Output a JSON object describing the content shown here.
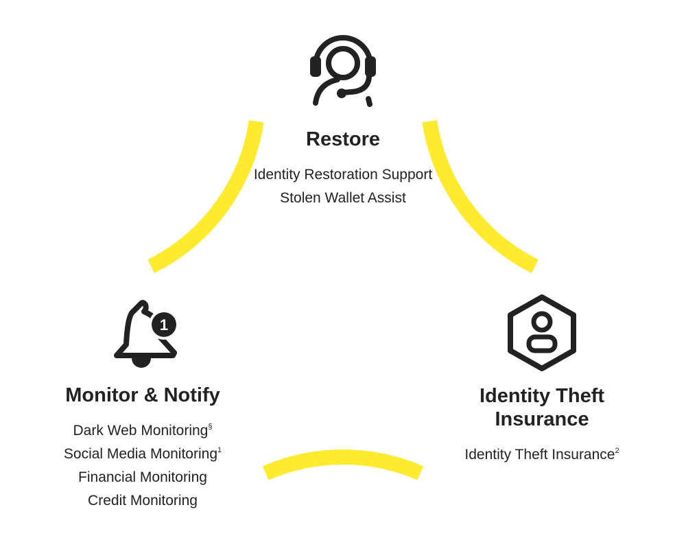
{
  "colors": {
    "ring": "#FFEA2E",
    "text": "#222222"
  },
  "sections": {
    "restore": {
      "icon": "headset-icon",
      "title": "Restore",
      "items": [
        {
          "text": "Identity Restoration Support",
          "sup": ""
        },
        {
          "text": "Stolen Wallet Assist",
          "sup": ""
        }
      ]
    },
    "monitor": {
      "icon": "bell-notification-icon",
      "badge": "1",
      "title": "Monitor & Notify",
      "items": [
        {
          "text": "Dark Web Monitoring",
          "sup": "§"
        },
        {
          "text": "Social Media Monitoring",
          "sup": "1"
        },
        {
          "text": "Financial Monitoring",
          "sup": ""
        },
        {
          "text": "Credit Monitoring",
          "sup": ""
        }
      ]
    },
    "insurance": {
      "icon": "hexagon-user-icon",
      "title_line1": "Identity Theft",
      "title_line2": "Insurance",
      "items": [
        {
          "text": "Identity Theft Insurance",
          "sup": "2"
        }
      ]
    }
  }
}
